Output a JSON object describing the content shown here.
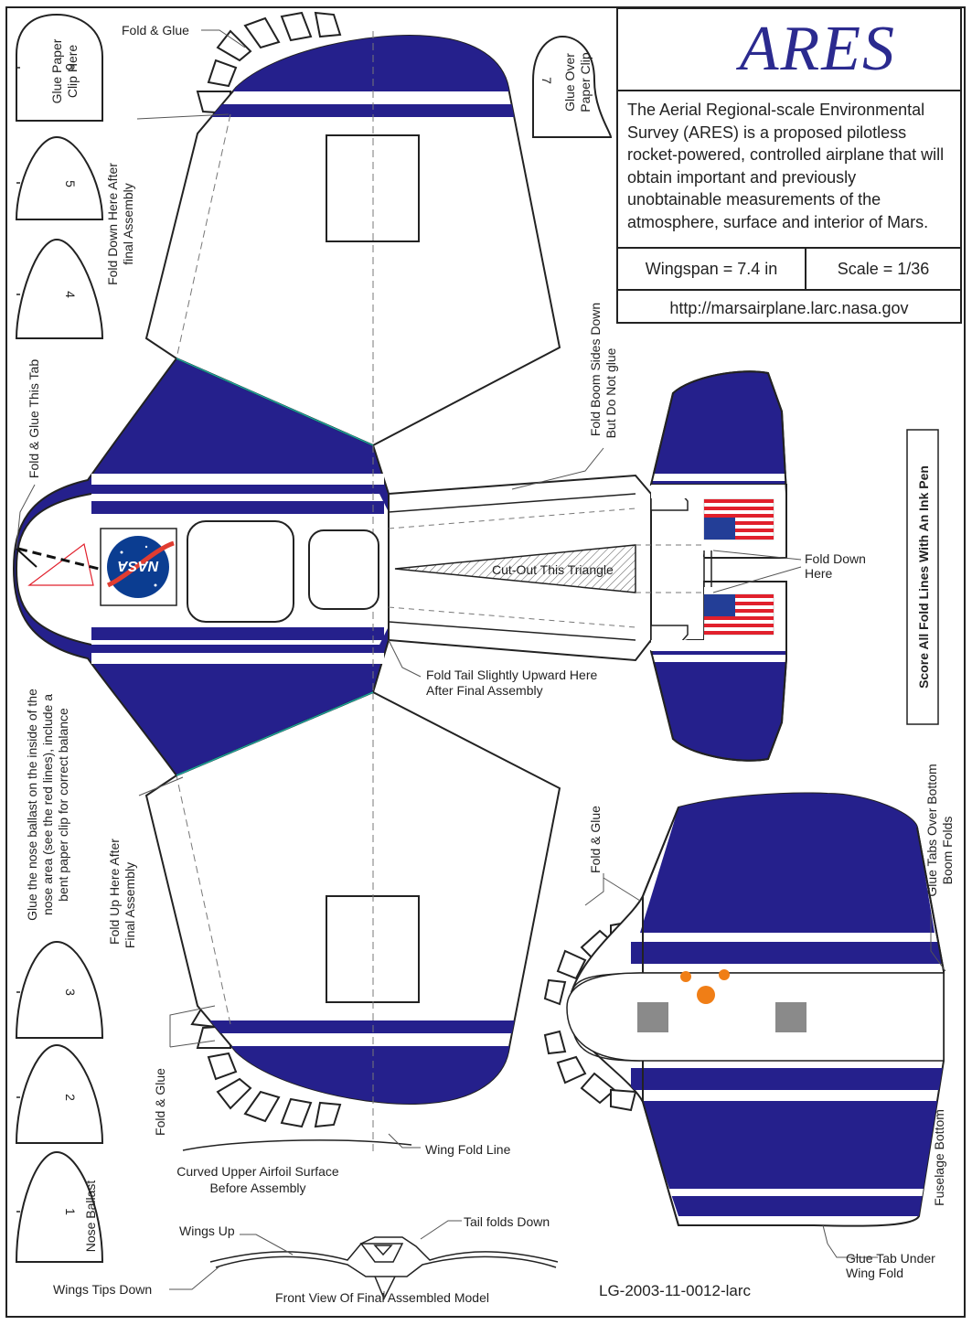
{
  "info": {
    "title": "ARES",
    "description": "The Aerial Regional-scale Environmental Survey (ARES) is a proposed pilotless rocket-powered, controlled airplane that will obtain important and previously unobtainable measurements of the atmosphere, surface and interior of Mars.",
    "wingspan": "Wingspan = 7.4 in",
    "scale": "Scale = 1/36",
    "url": "http://marsairplane.larc.nasa.gov"
  },
  "ballast": {
    "pieces": [
      "1",
      "2",
      "3",
      "4",
      "5"
    ],
    "nose_ballast": "Nose Ballast",
    "clip6_num": "6",
    "clip6_line1": "Glue Paper",
    "clip6_line2": "Clip Here",
    "clip7_num": "7",
    "clip7_line1": "Glue Over",
    "clip7_line2": "Paper Clip"
  },
  "labels": {
    "fold_glue_top": "Fold & Glue",
    "fold_down_after_1": "Fold Down Here After",
    "fold_down_after_2": "final Assembly",
    "fold_glue_tab": "Fold & Glue This Tab",
    "boom_1": "Fold Boom Sides Down",
    "boom_2": "But Do Not glue",
    "cut_triangle": "Cut-Out This Triangle",
    "fold_down_here_1": "Fold Down",
    "fold_down_here_2": "Here",
    "tail_up_1": "Fold Tail Slightly Upward Here",
    "tail_up_2": "After Final Assembly",
    "score": "Score All Fold Lines With An Ink Pen",
    "nose_note_1": "Glue the nose ballast on the inside of the",
    "nose_note_2": "nose area (see the red lines), include a",
    "nose_note_3": "bent paper clip for correct balance",
    "fold_up_1": "Fold Up Here After",
    "fold_up_2": "Final Assembly",
    "fold_glue_bottom": "Fold & Glue",
    "wing_fold_line": "Wing Fold Line",
    "curved_1": "Curved Upper Airfoil Surface",
    "curved_2": "Before Assembly",
    "wings_up": "Wings Up",
    "tail_folds": "Tail folds Down",
    "wing_tips": "Wings Tips Down",
    "front_view": "Front View Of Final Assembled Model",
    "fold_glue_right": "Fold & Glue",
    "glue_tabs_1": "Glue Tabs Over Bottom",
    "glue_tabs_2": "Boom Folds",
    "fuselage_bottom": "Fuselage Bottom",
    "glue_tab_under_1": "Glue Tab Under",
    "glue_tab_under_2": "Wing Fold",
    "doc_id": "LG-2003-11-0012-larc",
    "nasa_logo": "NASA"
  },
  "colors": {
    "navy": "#25208c",
    "orange": "#f07e16",
    "gray": "#8a8a8a",
    "flag_red": "#e1202c",
    "flag_blue": "#233e97",
    "nasa_blue": "#0b3d91",
    "nasa_red": "#e03c31",
    "teal_line": "#1aa39a"
  }
}
